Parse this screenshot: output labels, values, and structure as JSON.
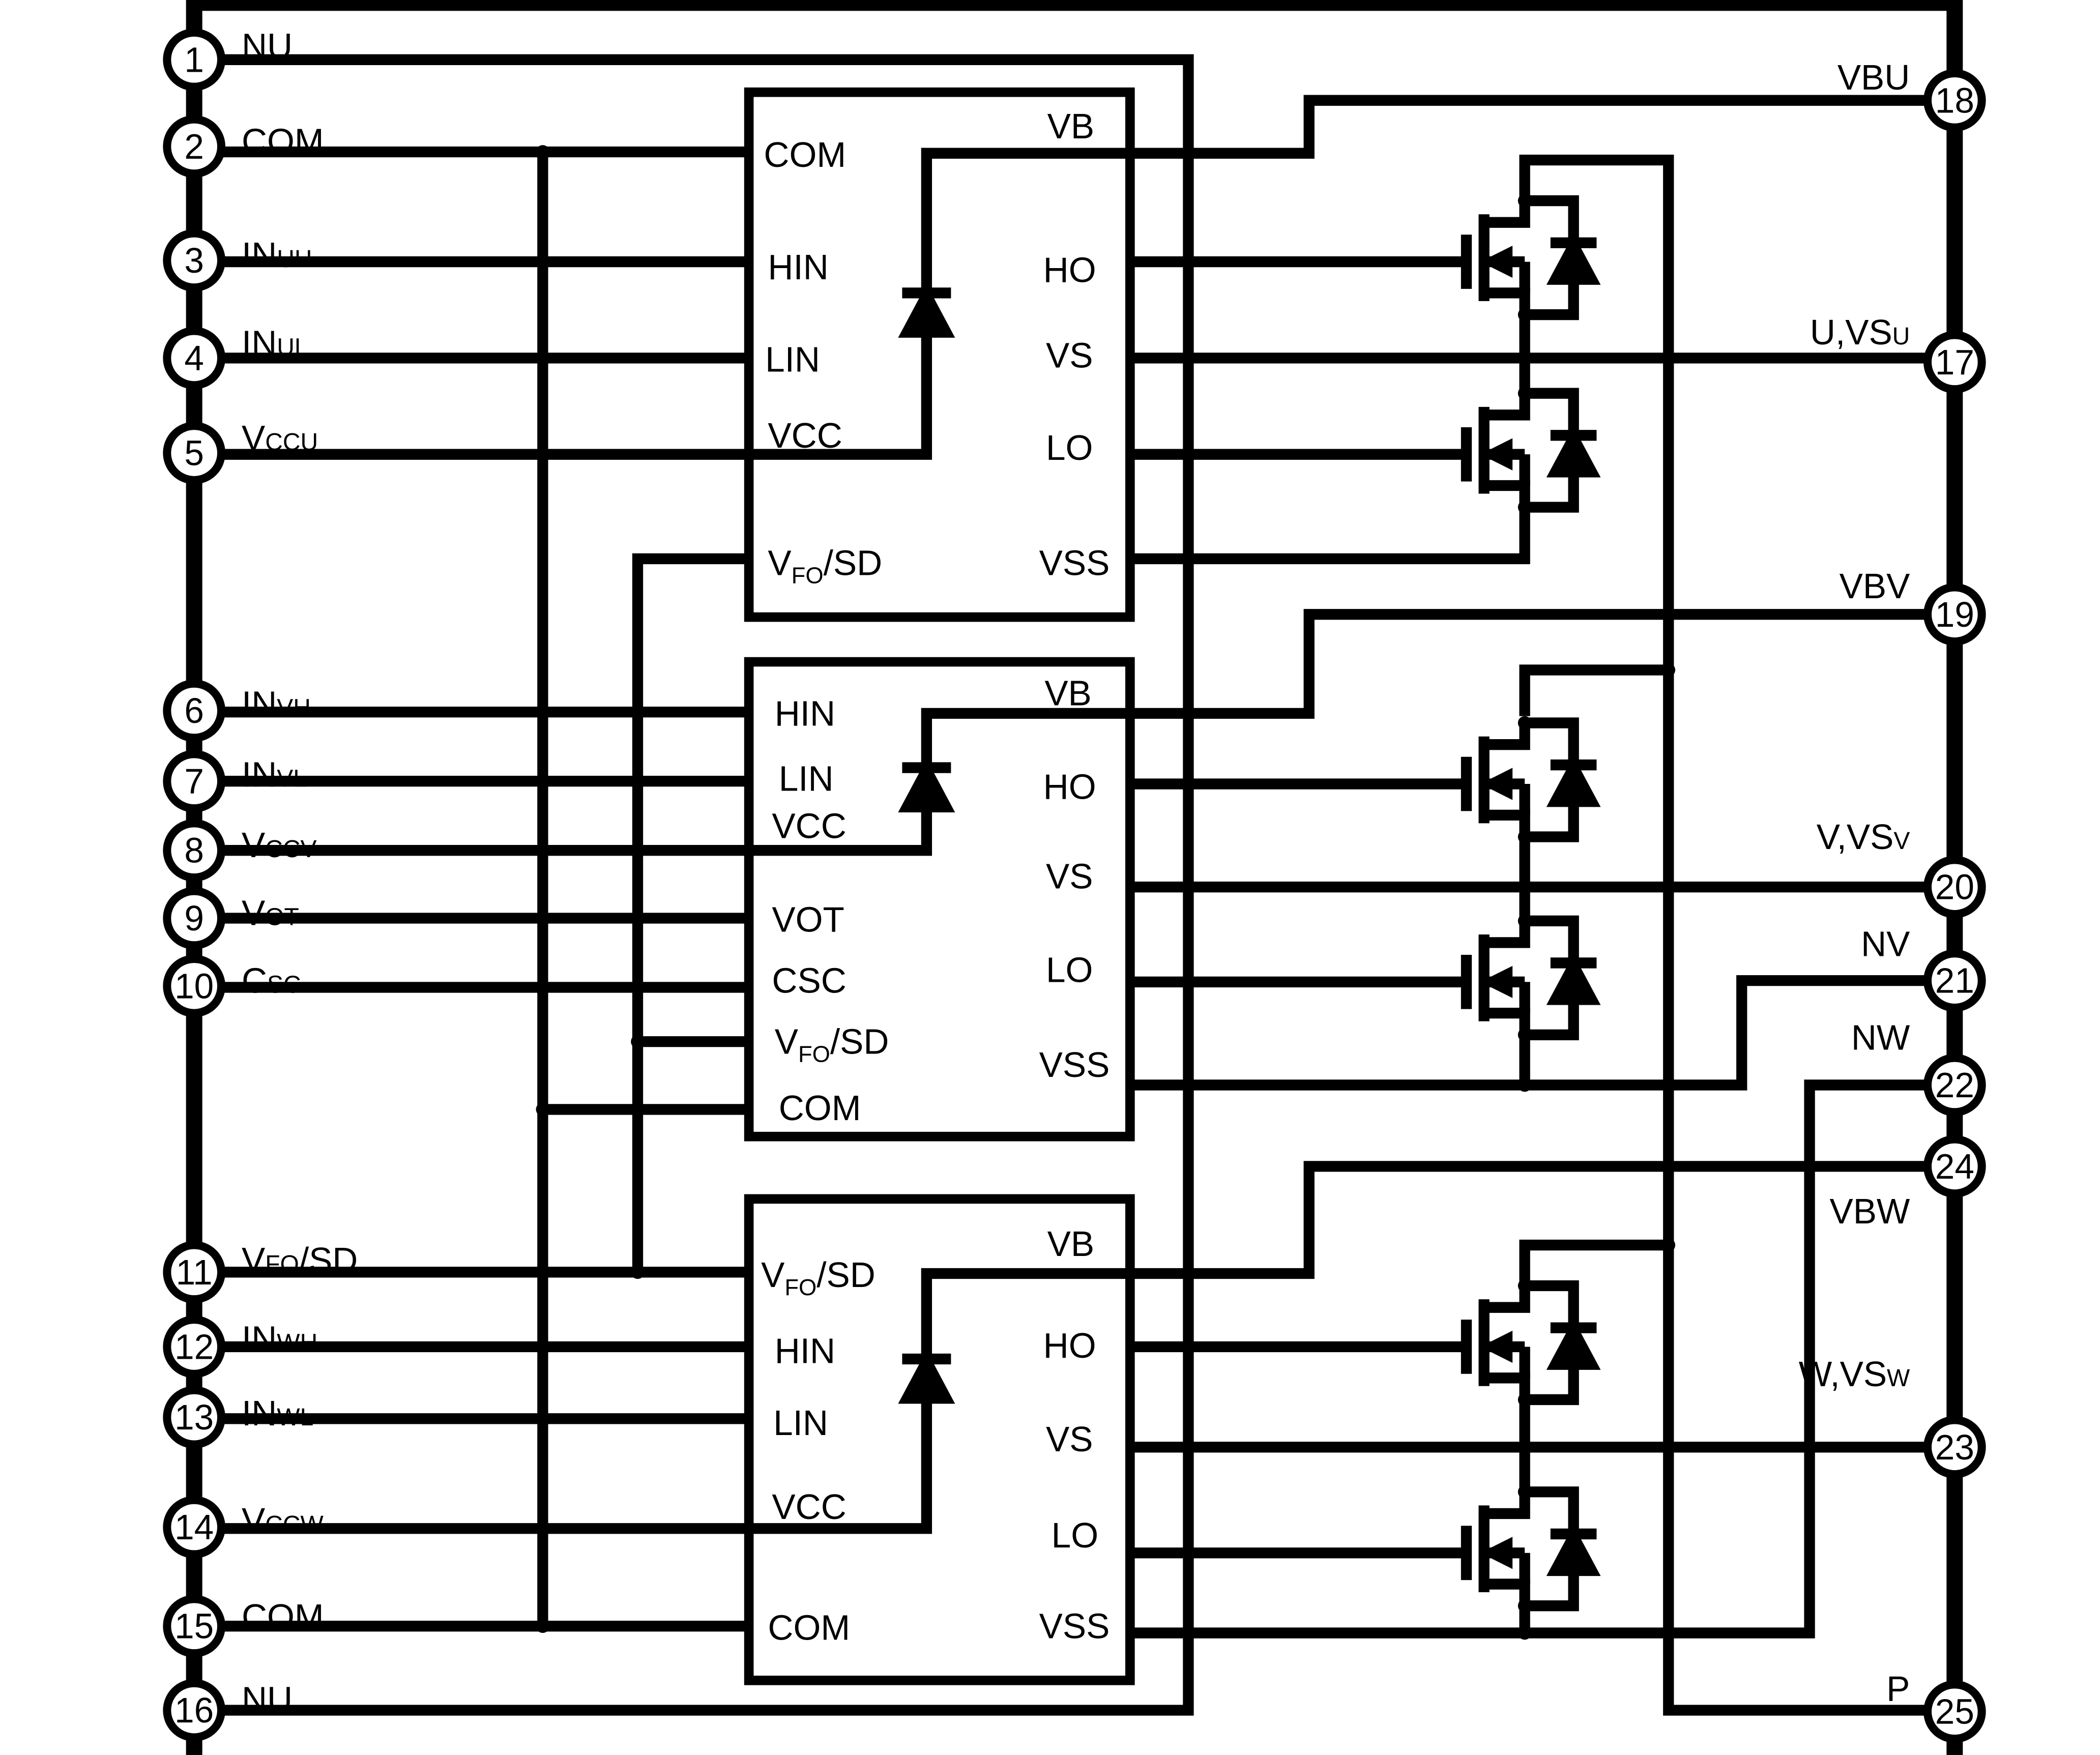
{
  "left_pins": [
    {
      "num": "1",
      "name": "NU"
    },
    {
      "num": "2",
      "name": "COM"
    },
    {
      "num": "3",
      "name": "IN",
      "sub": "UH"
    },
    {
      "num": "4",
      "name": "IN",
      "sub": "UL"
    },
    {
      "num": "5",
      "name": "V",
      "sub": "CCU"
    },
    {
      "num": "6",
      "name": "IN",
      "sub": "VH"
    },
    {
      "num": "7",
      "name": "IN",
      "sub": "VL"
    },
    {
      "num": "8",
      "name": "V",
      "sub": "CCV"
    },
    {
      "num": "9",
      "name": "V",
      "sub": "OT"
    },
    {
      "num": "10",
      "name": "C",
      "sub": "SC"
    },
    {
      "num": "11",
      "name": "V",
      "sub": "FO",
      "suffix": "/SD"
    },
    {
      "num": "12",
      "name": "IN",
      "sub": "WH"
    },
    {
      "num": "13",
      "name": "IN",
      "sub": "WL"
    },
    {
      "num": "14",
      "name": "V",
      "sub": "CCW"
    },
    {
      "num": "15",
      "name": "COM"
    },
    {
      "num": "16",
      "name": "NU"
    }
  ],
  "right_pins": [
    {
      "num": "18",
      "name": "VBU"
    },
    {
      "num": "17",
      "name": "U,VS",
      "sub": "U"
    },
    {
      "num": "19",
      "name": "VBV"
    },
    {
      "num": "20",
      "name": "V,VS",
      "sub": "V"
    },
    {
      "num": "21",
      "name": "NV"
    },
    {
      "num": "22",
      "name": "NW"
    },
    {
      "num": "24",
      "name": "VBW"
    },
    {
      "num": "23",
      "name": "W,VS",
      "sub": "W"
    },
    {
      "num": "25",
      "name": "P"
    }
  ],
  "driver_u": {
    "left": [
      "COM",
      "HIN",
      "LIN",
      "VCC"
    ],
    "vfo": {
      "name": "V",
      "sub": "FO",
      "suffix": "/SD"
    },
    "right": [
      "VB",
      "HO",
      "VS",
      "LO",
      "VSS"
    ]
  },
  "driver_v": {
    "left": [
      "HIN",
      "LIN",
      "VCC",
      "VOT",
      "CSC"
    ],
    "vfo": {
      "name": "V",
      "sub": "FO",
      "suffix": "/SD"
    },
    "left_bottom": "COM",
    "right": [
      "VB",
      "HO",
      "VS",
      "LO",
      "VSS"
    ]
  },
  "driver_w": {
    "vfo": {
      "name": "V",
      "sub": "FO",
      "suffix": "/SD"
    },
    "left": [
      "HIN",
      "LIN",
      "VCC",
      "COM"
    ],
    "right": [
      "VB",
      "HO",
      "VS",
      "LO",
      "VSS"
    ]
  }
}
